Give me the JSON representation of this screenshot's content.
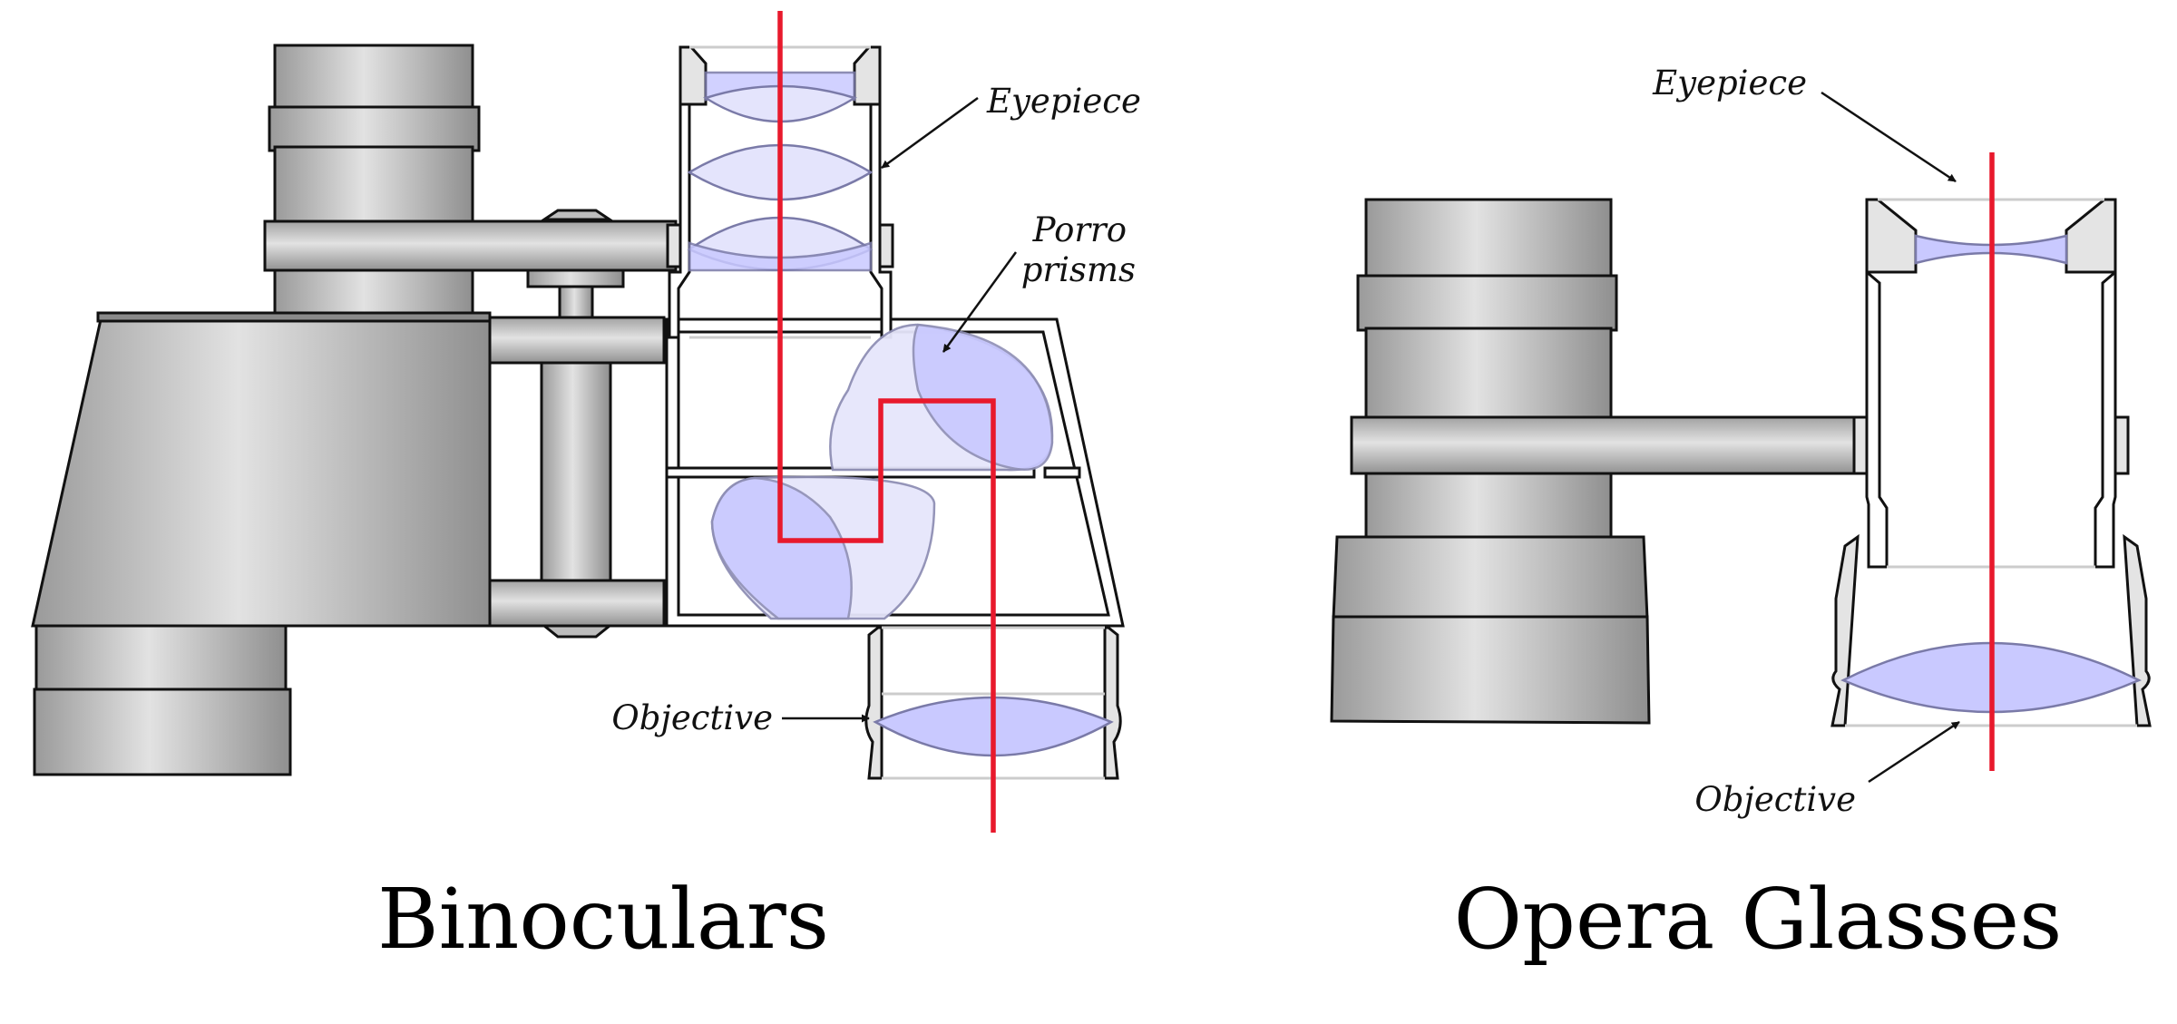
{
  "colors": {
    "light_ray": "#e8192c",
    "lens_fill": "#c9c9ff",
    "prism_fill": "#e6e6fb",
    "metal_dark": "#8f8f8f",
    "metal_light": "#e0e0e0",
    "outline": "#111111",
    "background": "#ffffff"
  },
  "binoculars": {
    "title": "Binoculars",
    "labels": {
      "eyepiece": "Eyepiece",
      "porro_line1": "Porro",
      "porro_line2": "prisms",
      "objective": "Objective"
    }
  },
  "opera_glasses": {
    "title": "Opera Glasses",
    "labels": {
      "eyepiece": "Eyepiece",
      "objective": "Objective"
    }
  }
}
